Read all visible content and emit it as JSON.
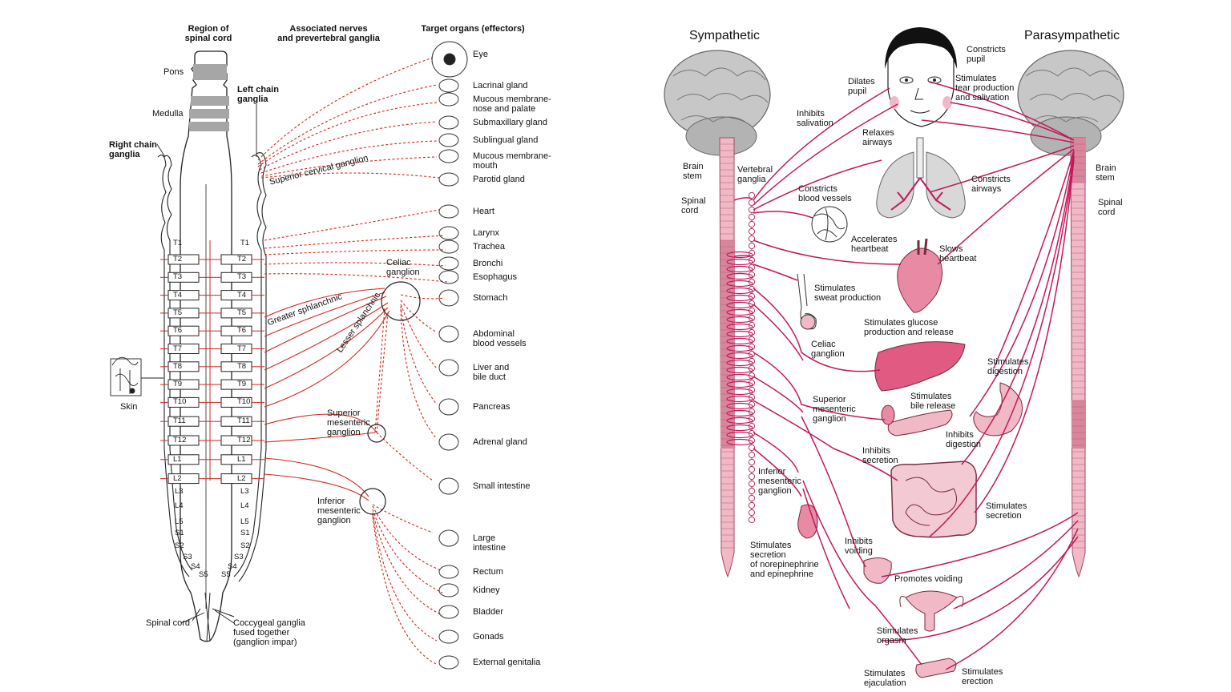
{
  "left": {
    "headers": {
      "region": "Region of\nspinal cord",
      "nerves": "Associated nerves\nand prevertebral ganglia",
      "targets": "Target organs (effectors)"
    },
    "labels": {
      "pons": "Pons",
      "medulla": "Medulla",
      "left_chain": "Left chain\nganglia",
      "right_chain": "Right chain\nganglia",
      "skin": "Skin",
      "spinal_cord": "Spinal cord",
      "coccygeal": "Coccygeal ganglia\nfused together\n(ganglion impar)",
      "superior_cervical": "Superior cervical ganglion",
      "greater_splanchnic": "Greater sphlanchnic",
      "lesser_splanchnic": "Lesser splanchnic",
      "celiac": "Celiac\nganglion",
      "superior_mesenteric": "Superior\nmesenteric\nganglion",
      "inferior_mesenteric": "Inferior\nmesenteric\nganglion"
    },
    "boxed_segments": [
      "T2",
      "T3",
      "T4",
      "T5",
      "T6",
      "T7",
      "T8",
      "T9",
      "T10",
      "T11",
      "T12",
      "L1",
      "L2"
    ],
    "t1": "T1",
    "lower_segments": [
      "L3",
      "L4",
      "L5",
      "S1",
      "S2",
      "S3",
      "S4",
      "S5"
    ],
    "targets": [
      "Eye",
      "Lacrinal gland",
      "Mucous membrane-\nnose and palate",
      "Submaxillary gland",
      "Sublingual gland",
      "Mucous membrane-\nmouth",
      "Parotid gland",
      "Heart",
      "Larynx",
      "Trachea",
      "Bronchi",
      "Esophagus",
      "Stomach",
      "Abdominal\nblood vessels",
      "Liver and\nbile duct",
      "Pancreas",
      "Adrenal gland",
      "Small intestine",
      "Large\nintestine",
      "Rectum",
      "Kidney",
      "Bladder",
      "Gonads",
      "External genitalia"
    ]
  },
  "right": {
    "sympathetic": "Sympathetic",
    "parasympathetic": "Parasympathetic",
    "brain_stem_l": "Brain\nstem",
    "spinal_cord_l": "Spinal\ncord",
    "vertebral_ganglia": "Vertebral\nganglia",
    "brain_stem_r": "Brain\nstem",
    "spinal_cord_r": "Spinal\ncord",
    "effects": {
      "constricts_pupil": "Constricts\npupil",
      "dilates_pupil": "Dilates\npupil",
      "stim_tear": "Stimulates\ntear production\nand salivation",
      "inhibits_salivation": "Inhibits\nsalivation",
      "relaxes_airways": "Relaxes\nairways",
      "constricts_airways": "Constricts\nairways",
      "constricts_vessels": "Constricts\nblood vessels",
      "accelerates_heartbeat": "Accelerates\nheartbeat",
      "slows_heartbeat": "Slows\nheartbeat",
      "stim_sweat": "Stimulates\nsweat production",
      "stim_glucose": "Stimulates glucose\nproduction and release",
      "celiac": "Celiac\nganglion",
      "stim_digestion": "Stimulates\ndigestion",
      "stim_bile": "Stimulates\nbile release",
      "sup_mes": "Superior\nmesenteric\nganglion",
      "inhibits_digestion": "Inhibits\ndigestion",
      "inhibits_secretion": "Inhibits\nsecretion",
      "inf_mes": "Inferior\nmesenteric\nganglion",
      "stim_secretion": "Stimulates\nsecretion",
      "stim_norepi": "Stimulates\nsecretion\nof norepinephrine\nand epinephrine",
      "inhibits_voiding": "Inhibits\nvoiding",
      "promotes_voiding": "Promotes voiding",
      "stim_orgasm": "Stimulates\norgasm",
      "stim_ejaculation": "Stimulates\nejaculation",
      "stim_erection": "Stimulates\nerection"
    }
  },
  "colors": {
    "red_dashed": "#d0281e",
    "magenta_line": "#c2185b",
    "cord_pink": "#f1b9c6",
    "brain_gray": "#bfbfbf",
    "organ_pink": "#e98aa4"
  }
}
